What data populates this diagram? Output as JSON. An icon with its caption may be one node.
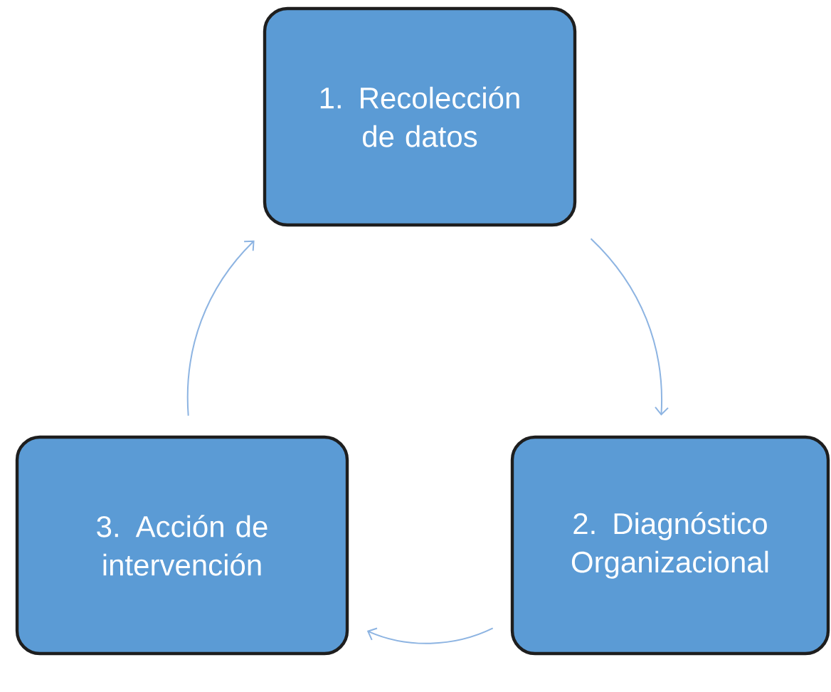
{
  "diagram": {
    "nodes": [
      {
        "text": [
          "1. Recolección de datos"
        ]
      },
      {
        "text": [
          "2. Diagnóstico Organizacional"
        ]
      },
      {
        "text": [
          "3. Acción de intervención"
        ]
      }
    ],
    "edges": [
      {
        "from": 0,
        "to": 1,
        "arrow": "to"
      },
      {
        "from": 1,
        "to": 2,
        "arrow": "to"
      },
      {
        "from": 2,
        "to": 0,
        "arrow": "to"
      }
    ]
  }
}
